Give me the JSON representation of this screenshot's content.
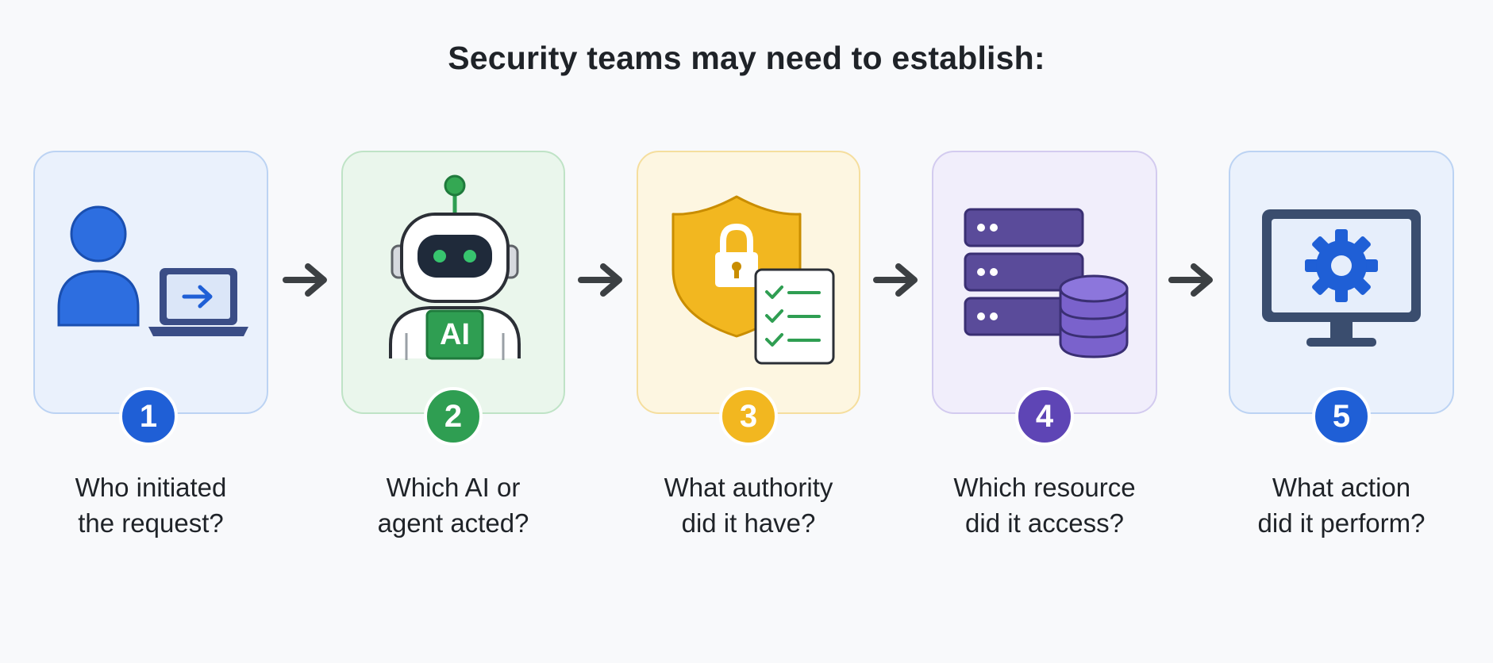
{
  "title": "Security teams may need to establish:",
  "colors": {
    "blue": "#1f5fd6",
    "green": "#2f9e52",
    "yellow": "#f2b720",
    "purple": "#5e45b5",
    "arrow": "#3c4043"
  },
  "steps": [
    {
      "number": "1",
      "icon": "user-with-laptop-icon",
      "caption_line1": "Who initiated",
      "caption_line2": "the request?"
    },
    {
      "number": "2",
      "icon": "ai-robot-icon",
      "icon_label": "AI",
      "caption_line1": "Which AI or",
      "caption_line2": "agent acted?"
    },
    {
      "number": "3",
      "icon": "shield-lock-checklist-icon",
      "caption_line1": "What authority",
      "caption_line2": "did it have?"
    },
    {
      "number": "4",
      "icon": "server-database-icon",
      "caption_line1": "Which resource",
      "caption_line2": "did it access?"
    },
    {
      "number": "5",
      "icon": "monitor-gear-icon",
      "caption_line1": "What action",
      "caption_line2": "did it perform?"
    }
  ]
}
